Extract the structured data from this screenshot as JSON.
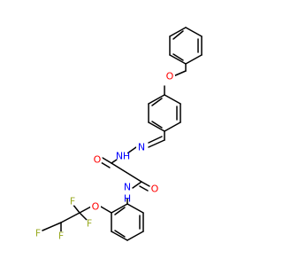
{
  "colors": {
    "O": "#ff0000",
    "N": "#0000ff",
    "F": "#99aa22",
    "bond": "#000000"
  },
  "labels": {
    "ether_o": "O",
    "imine_n": "N",
    "hydrazide_n": "N",
    "hydrazide_h": "H",
    "carbonyl_o1": "O",
    "carbonyl_o2": "O",
    "amide_n": "N",
    "amide_h": "H",
    "aryl_ether_o": "O",
    "f1": "F",
    "f2": "F",
    "f3": "F",
    "f4": "F"
  }
}
